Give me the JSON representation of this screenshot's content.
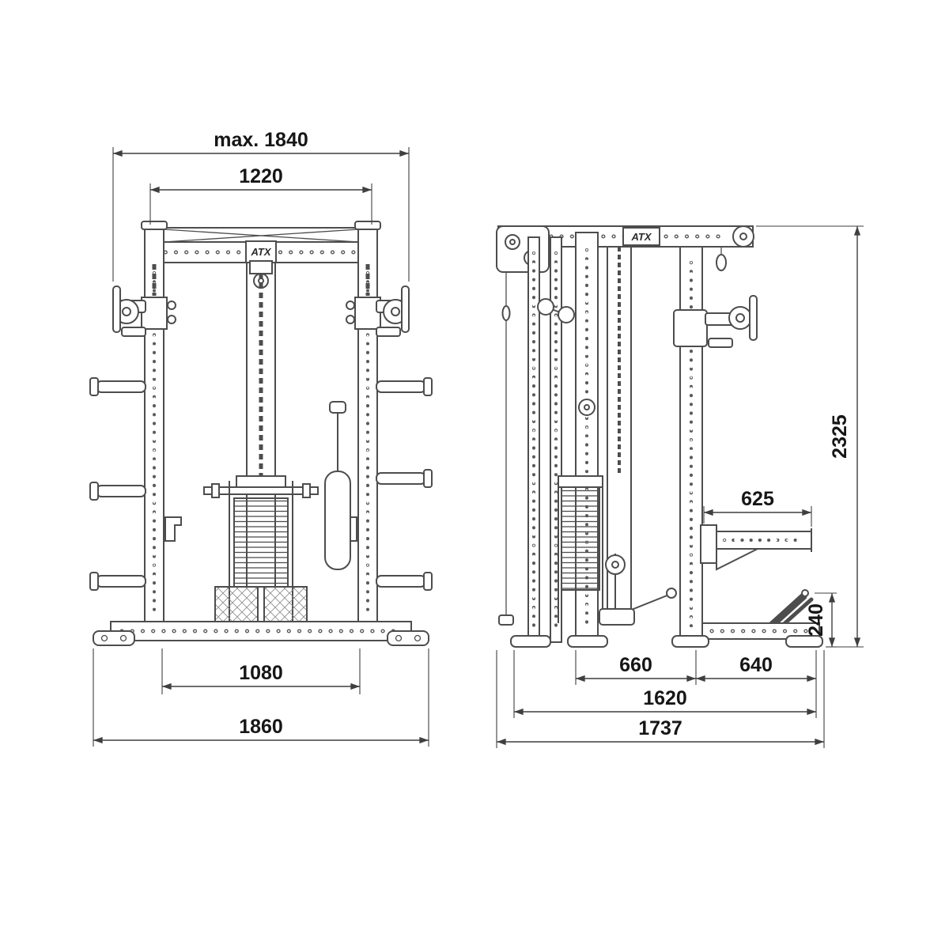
{
  "page": {
    "background": "#ffffff"
  },
  "colors": {
    "line": "#4d4d4d",
    "dimension_line": "#3f3f3f",
    "text": "#161616"
  },
  "drawing": {
    "brand_logo": "ATX",
    "front_view": {
      "name": "front-view",
      "dimensions": {
        "top_outer_width": "max. 1840",
        "top_inner_width": "1220",
        "base_inner_width": "1080",
        "base_outer_width": "1860"
      }
    },
    "side_view": {
      "name": "side-view",
      "dimensions": {
        "total_height": "2325",
        "spotter_arm_length": "625",
        "rear_foot_height": "240",
        "front_section_depth": "660",
        "rear_section_depth": "640",
        "inner_depth": "1620",
        "total_depth": "1737"
      }
    }
  }
}
